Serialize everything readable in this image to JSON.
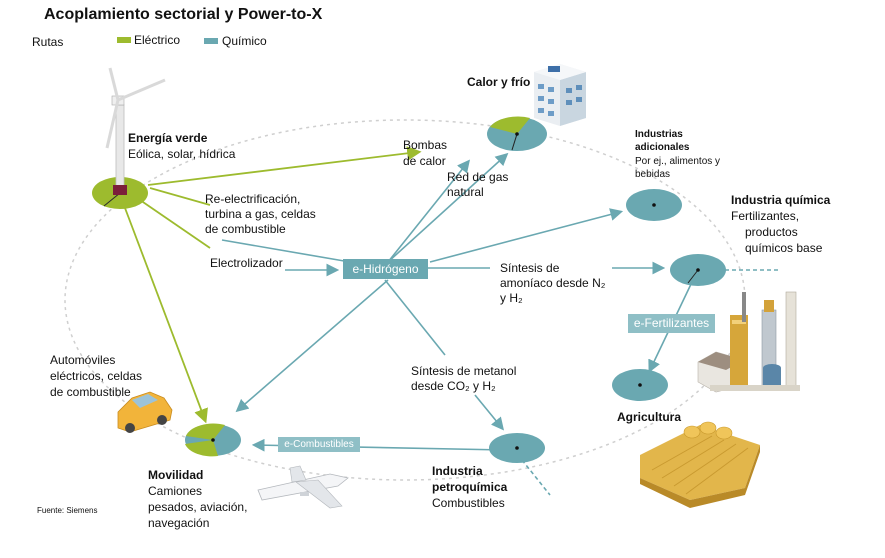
{
  "title": "Acoplamiento sectorial y Power-to-X",
  "legend": {
    "routes_label": "Rutas",
    "electric_label": "Eléctrico",
    "chemical_label": "Químico",
    "electric_color": "#9dbb2e",
    "chemical_color": "#6aa8b1"
  },
  "nodes": {
    "energia_verde": {
      "title": "Energía verde",
      "desc": "Eólica, solar, hídrica"
    },
    "calor_frio": {
      "title": "Calor y frío"
    },
    "industrias_adicionales": {
      "title_1": "Industrias",
      "title_2": "adicionales",
      "desc_1": "Por ej., alimentos y",
      "desc_2": "bebidas"
    },
    "industria_quimica": {
      "title": "Industria química",
      "desc_1": "Fertilizantes,",
      "desc_2": "productos",
      "desc_3": "químicos base"
    },
    "agricultura": {
      "title": "Agricultura"
    },
    "industria_petroquimica": {
      "title_1": "Industria",
      "title_2": "petroquímica",
      "desc": "Combustibles"
    },
    "movilidad": {
      "title": "Movilidad",
      "desc_1": "Camiones",
      "desc_2": "pesados, aviación,",
      "desc_3": "navegación"
    },
    "automoviles": {
      "desc_1": "Automóviles",
      "desc_2": "eléctricos, celdas",
      "desc_3": "de combustible"
    }
  },
  "labels": {
    "bombas_1": "Bombas",
    "bombas_2": "de calor",
    "red_gas_1": "Red de gas",
    "red_gas_2": "natural",
    "reelec_1": "Re-electrificación,",
    "reelec_2": "turbina a gas, celdas",
    "reelec_3": "de combustible",
    "electrolizador": "Electrolizador",
    "amoniaco_1": "Síntesis de",
    "amoniaco_2": "amoníaco desde N₂",
    "amoniaco_3": "y H₂",
    "metanol_1": "Síntesis de metanol",
    "metanol_2": "desde CO₂ y H₂"
  },
  "boxes": {
    "hidrogeno": "e-Hidrógeno",
    "fertilizantes": "e-Fertilizantes",
    "combustibles": "e-Combustibles"
  },
  "source": "Fuente: Siemens"
}
